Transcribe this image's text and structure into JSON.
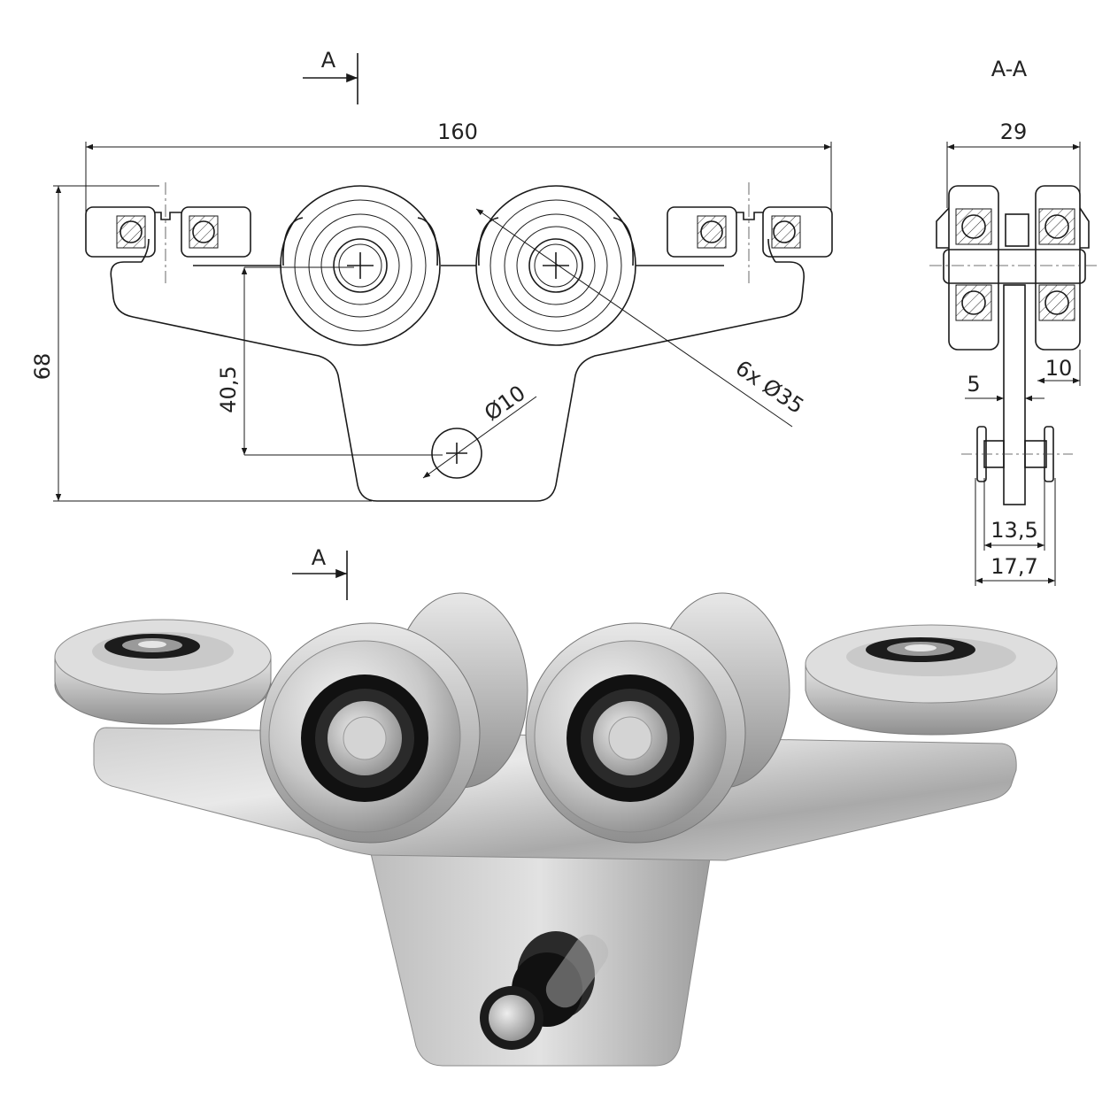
{
  "drawing": {
    "section_marker_top": "A",
    "section_marker_photo": "A",
    "section_title": "A-A",
    "dims": {
      "width_total": "160",
      "height_total": "68",
      "axle_height": "40,5",
      "hole_diameter": "Ø10",
      "wheel_diameter": "6x Ø35",
      "section_width": "29",
      "offset_right": "10",
      "plate_thickness": "5",
      "pin_inner": "13,5",
      "pin_outer": "17,7"
    }
  },
  "colors": {
    "line": "#1a1a1a",
    "steel_light": "#e4e4e4",
    "steel_mid": "#b5b5b5",
    "steel_dark": "#7a7a7a",
    "bearing_black": "#111111"
  },
  "icons": {
    "front_view": "carriage-front-view-drawing",
    "section_view": "carriage-section-view-drawing",
    "photo": "stainless-carriage-photo"
  }
}
